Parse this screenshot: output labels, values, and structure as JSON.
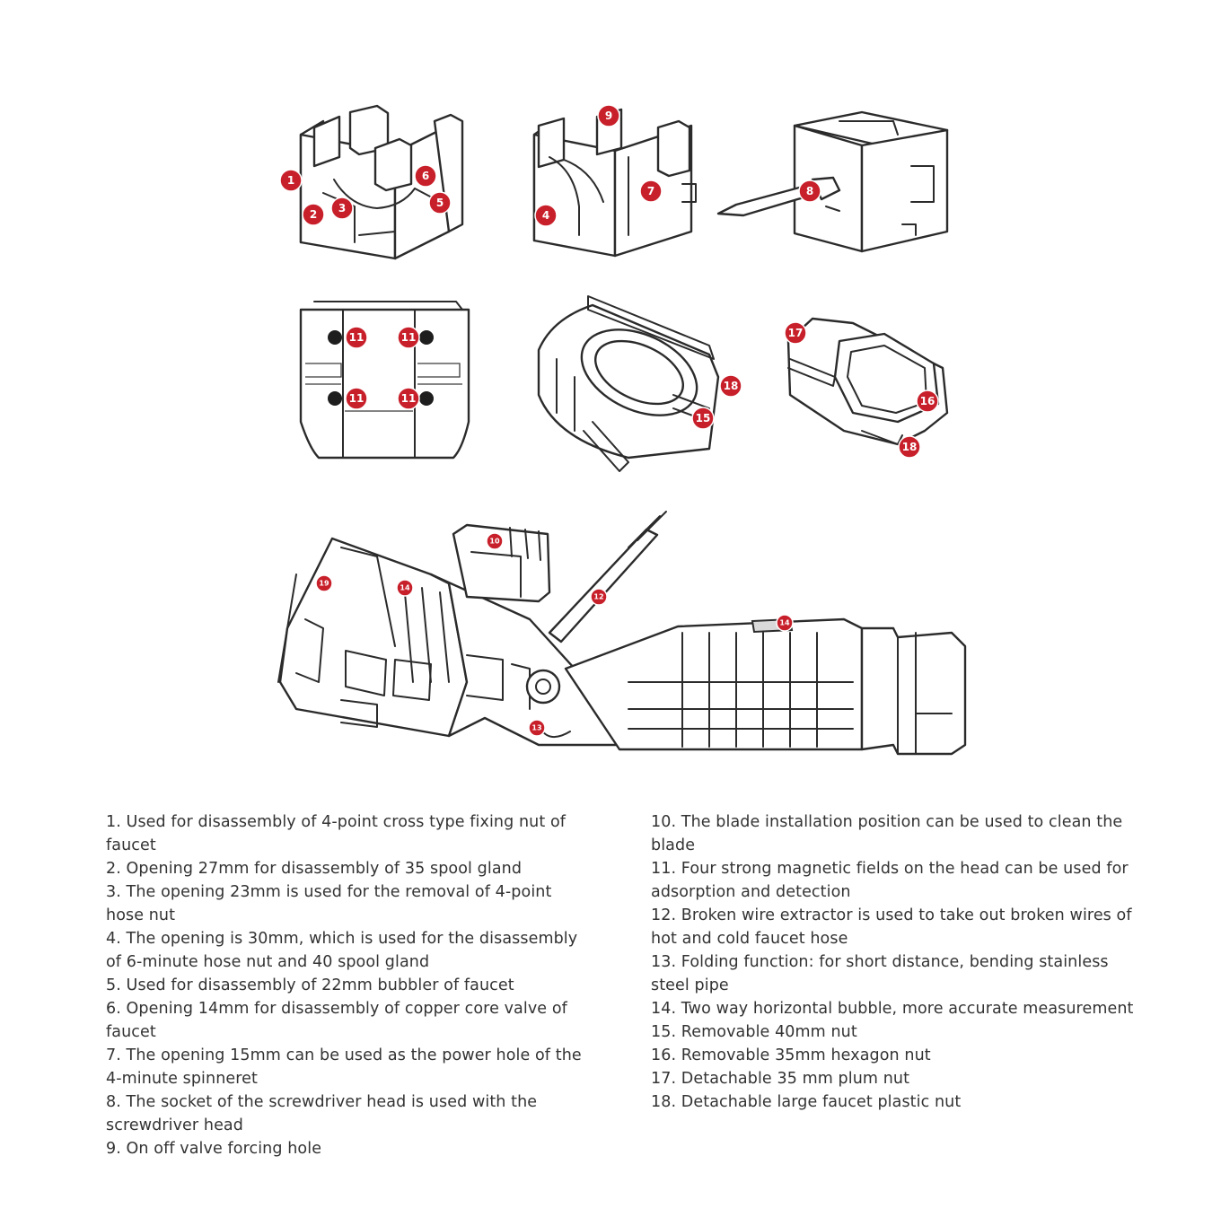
{
  "colors": {
    "badge": "#c8202b",
    "line": "#2b2b2b",
    "text": "#333333"
  },
  "badges": {
    "b1": "1",
    "b2": "2",
    "b3": "3",
    "b4": "4",
    "b5": "5",
    "b6": "6",
    "b7": "7",
    "b8": "8",
    "b9": "9",
    "b10": "10",
    "b11": "11",
    "b12": "12",
    "b13": "13",
    "b14": "14",
    "b15": "15",
    "b16": "16",
    "b17": "17",
    "b18": "18",
    "b19": "19"
  },
  "descriptions": {
    "left": [
      "1. Used for disassembly of 4-point cross type fixing nut of faucet",
      "2. Opening 27mm for disassembly of 35 spool gland",
      "3. The opening 23mm is used for the removal of 4-point hose nut",
      "4. The opening is 30mm, which is used for the disassembly of 6-minute hose nut and 40 spool gland",
      "5. Used for disassembly of 22mm bubbler of faucet",
      "6. Opening 14mm for disassembly of copper core valve of faucet",
      "7. The opening 15mm can be used as the power hole of the 4-minute spinneret",
      "8. The socket of the screwdriver head is used with the screwdriver head",
      "9. On off valve forcing hole"
    ],
    "right": [
      "10. The blade installation position can be used to clean the blade",
      "11. Four strong magnetic fields on the head can be used for adsorption and detection",
      "12. Broken wire extractor is used to take out broken wires of hot and cold faucet hose",
      "13. Folding function: for short distance, bending stainless steel pipe",
      "14. Two way horizontal bubble, more accurate measurement",
      "15. Removable 40mm nut",
      "16. Removable 35mm hexagon nut",
      "17. Detachable 35 mm plum nut",
      "18. Detachable large faucet plastic nut"
    ]
  }
}
